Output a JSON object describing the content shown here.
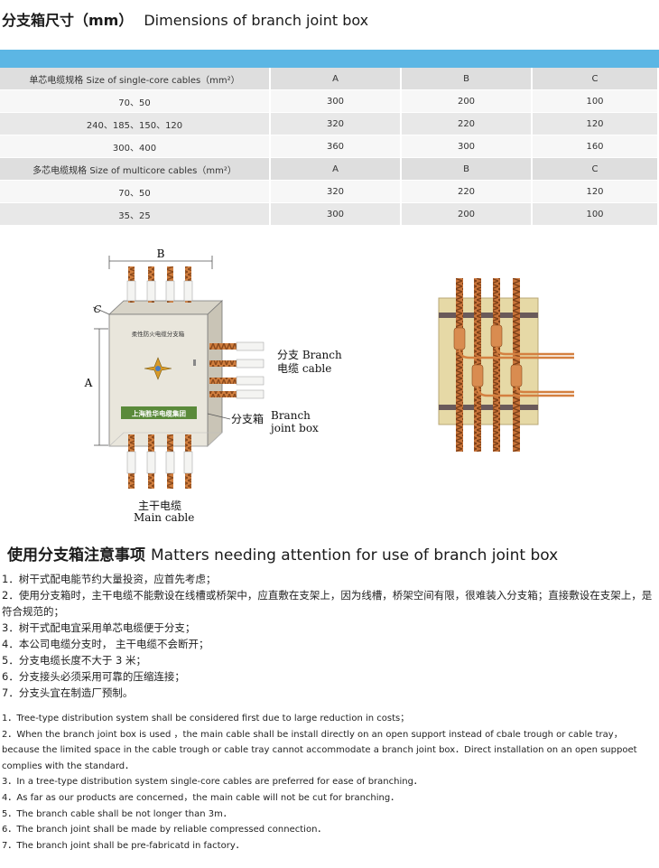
{
  "dimensions_header": {
    "title_cn": "分支箱尺寸（mm）",
    "title_en": "Dimensions of branch joint box"
  },
  "table": {
    "rows": [
      [
        "单芯电缆规格 Size of single-core cables（mm²）",
        "A",
        "B",
        "C"
      ],
      [
        "70、50",
        "300",
        "200",
        "100"
      ],
      [
        "240、185、150、120",
        "320",
        "220",
        "120"
      ],
      [
        "300、400",
        "360",
        "300",
        "160"
      ],
      [
        "多芯电缆规格 Size of multicore cables（mm²）",
        "A",
        "B",
        "C"
      ],
      [
        "70、50",
        "320",
        "220",
        "120"
      ],
      [
        "35、25",
        "300",
        "200",
        "100"
      ]
    ]
  },
  "diagram": {
    "dim_b": "B",
    "dim_a": "A",
    "dim_c": "C",
    "box_name_cn": "柔性防火电缆分支箱",
    "box_brand": "上海胜华电缆集团",
    "branch_cable_cn": "分支",
    "branch_cable_cn2": "电缆",
    "branch_cable_en": "Branch",
    "branch_cable_en2": "cable",
    "branch_box_cn": "分支箱",
    "branch_box_en": "Branch",
    "branch_box_en2": "joint box",
    "main_cable_cn": "主干电缆",
    "main_cable_en": "Main cable"
  },
  "colors": {
    "header_bar": "#5cb6e4",
    "box_body": "#e9e6dc",
    "copper": "#c8743a",
    "panel": "#e6d9a6"
  },
  "notes_header": {
    "title_cn": "使用分支箱注意事项",
    "title_en": "Matters needing attention for use of branch joint box"
  },
  "notes_cn": [
    "1．树干式配电能节约大量投资，应首先考虑；",
    "2．使用分支箱时，主干电缆不能敷设在线槽或桥架中，应直敷在支架上，因为线槽，桥架空间有限，很难装入分支箱；直接敷设在支架上，是符合规范的；",
    "3．树干式配电宜采用单芯电缆便于分支；",
    "4．本公司电缆分支时， 主干电缆不会断开；",
    "5．分支电缆长度不大于 3 米；",
    "6．分支接头必须采用可靠的压缩连接；",
    "7．分支头宜在制造厂预制。"
  ],
  "notes_en": [
    "1．Tree-type distribution system shall be considered first due to large reduction in costs；",
    "2．When the branch joint box is used ，the main cable shall be install directly on an open support instead of cbale trough or cable tray，because the limited space in the cable trough or cable tray cannot accommodate a branch joint box．Direct installation on an open suppoet complies with the standard．",
    "3．In a tree-type distribution system single-core cables are preferred for ease of branching．",
    "4．As far as our products are concerned，the main cable will not be cut for branching．",
    "5．The branch cable shall be not longer than 3m．",
    "6．The branch joint shall be made by reliable compressed connection．",
    "7．The branch joint shall be pre-fabricatd in factory．"
  ]
}
